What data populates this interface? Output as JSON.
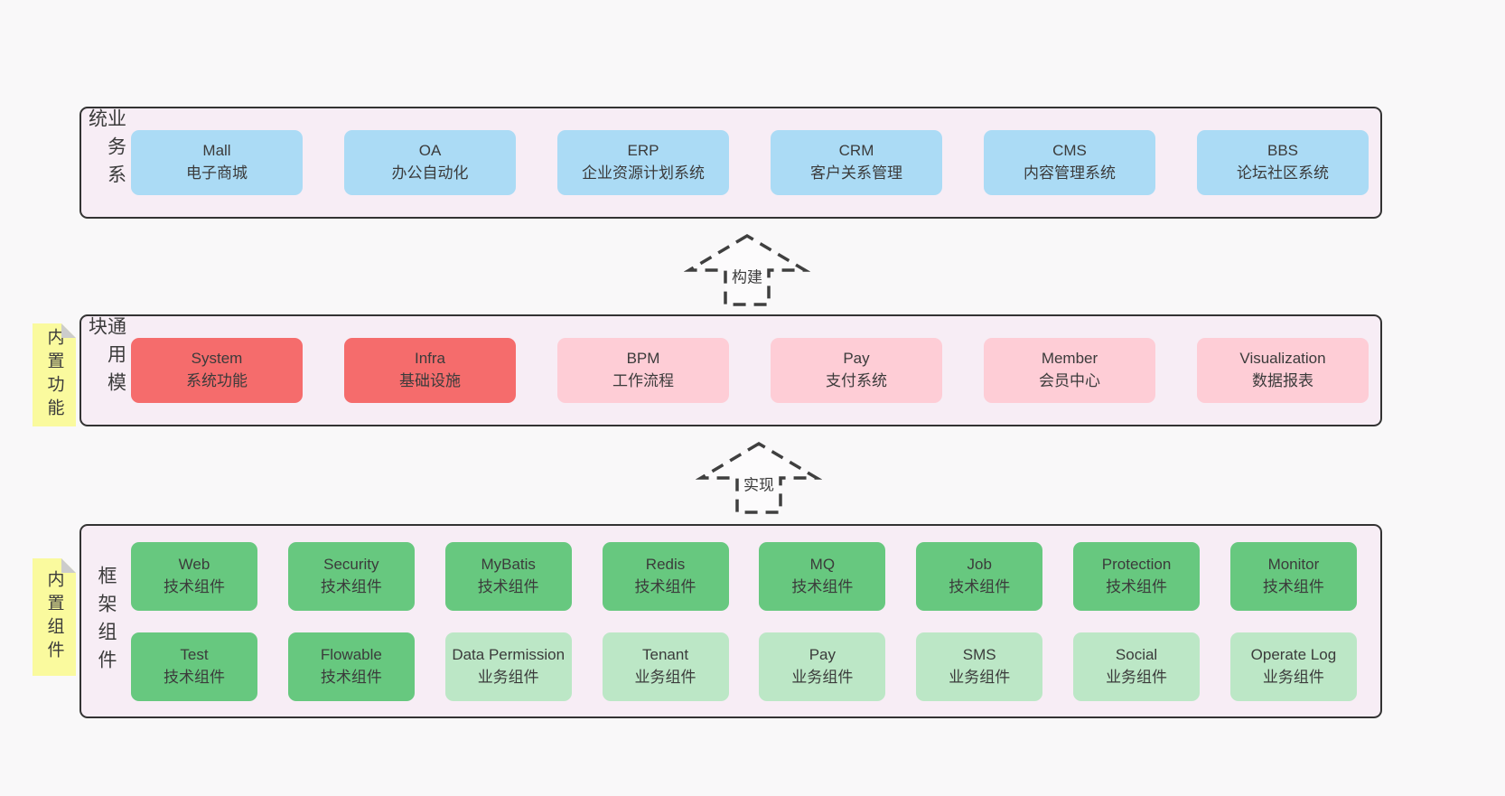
{
  "colors": {
    "page-bg": "#f9f8f9",
    "band-bg": "#f7edf5",
    "band-border": "#333333",
    "blue": "#abdbf5",
    "red": "#f56c6c",
    "pink": "#fecdd6",
    "green": "#67c87f",
    "lightgreen": "#bce7c6",
    "sticky-yellow": "#fafa9e",
    "sticky-fold": "#cccccc",
    "text": "#3b3b3b"
  },
  "arrows": [
    {
      "label": "构建"
    },
    {
      "label": "实现"
    }
  ],
  "bands": [
    {
      "label": "业务系统",
      "rows": [
        [
          {
            "name": "Mall",
            "sub": "电子商城",
            "variant": "blue"
          },
          {
            "name": "OA",
            "sub": "办公自动化",
            "variant": "blue"
          },
          {
            "name": "ERP",
            "sub": "企业资源计划系统",
            "variant": "blue"
          },
          {
            "name": "CRM",
            "sub": "客户关系管理",
            "variant": "blue"
          },
          {
            "name": "CMS",
            "sub": "内容管理系统",
            "variant": "blue"
          },
          {
            "name": "BBS",
            "sub": "论坛社区系统",
            "variant": "blue"
          }
        ]
      ]
    },
    {
      "label": "通用模块",
      "sticky": "内置功能",
      "rows": [
        [
          {
            "name": "System",
            "sub": "系统功能",
            "variant": "red"
          },
          {
            "name": "Infra",
            "sub": "基础设施",
            "variant": "red"
          },
          {
            "name": "BPM",
            "sub": "工作流程",
            "variant": "pink"
          },
          {
            "name": "Pay",
            "sub": "支付系统",
            "variant": "pink"
          },
          {
            "name": "Member",
            "sub": "会员中心",
            "variant": "pink"
          },
          {
            "name": "Visualization",
            "sub": "数据报表",
            "variant": "pink"
          }
        ]
      ]
    },
    {
      "label": "框架组件",
      "sticky": "内置组件",
      "rows": [
        [
          {
            "name": "Web",
            "sub": "技术组件",
            "variant": "green"
          },
          {
            "name": "Security",
            "sub": "技术组件",
            "variant": "green"
          },
          {
            "name": "MyBatis",
            "sub": "技术组件",
            "variant": "green"
          },
          {
            "name": "Redis",
            "sub": "技术组件",
            "variant": "green"
          },
          {
            "name": "MQ",
            "sub": "技术组件",
            "variant": "green"
          },
          {
            "name": "Job",
            "sub": "技术组件",
            "variant": "green"
          },
          {
            "name": "Protection",
            "sub": "技术组件",
            "variant": "green"
          },
          {
            "name": "Monitor",
            "sub": "技术组件",
            "variant": "green"
          }
        ],
        [
          {
            "name": "Test",
            "sub": "技术组件",
            "variant": "green"
          },
          {
            "name": "Flowable",
            "sub": "技术组件",
            "variant": "green"
          },
          {
            "name": "Data Permission",
            "sub": "业务组件",
            "variant": "lightgreen"
          },
          {
            "name": "Tenant",
            "sub": "业务组件",
            "variant": "lightgreen"
          },
          {
            "name": "Pay",
            "sub": "业务组件",
            "variant": "lightgreen"
          },
          {
            "name": "SMS",
            "sub": "业务组件",
            "variant": "lightgreen"
          },
          {
            "name": "Social",
            "sub": "业务组件",
            "variant": "lightgreen"
          },
          {
            "name": "Operate Log",
            "sub": "业务组件",
            "variant": "lightgreen"
          }
        ]
      ]
    }
  ]
}
